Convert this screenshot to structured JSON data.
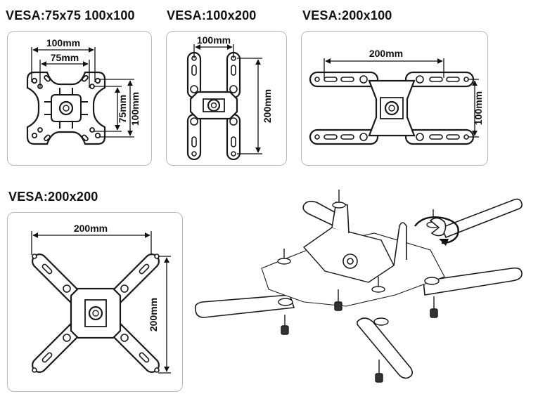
{
  "diagrams": [
    {
      "title": "VESA:75x75 100x100",
      "labels": {
        "width_outer": "100mm",
        "width_inner": "75mm",
        "height_inner": "75mm",
        "height_outer": "100mm"
      }
    },
    {
      "title": "VESA:100x200",
      "labels": {
        "width": "100mm",
        "height": "200mm"
      }
    },
    {
      "title": "VESA:200x100",
      "labels": {
        "width": "200mm",
        "height": "100mm"
      }
    },
    {
      "title": "VESA:200x200",
      "labels": {
        "width": "200mm",
        "height": "200mm"
      }
    }
  ],
  "colors": {
    "stroke": "#1a1a1a",
    "panel_border": "#b9b9b9",
    "arrow": "#111111"
  }
}
